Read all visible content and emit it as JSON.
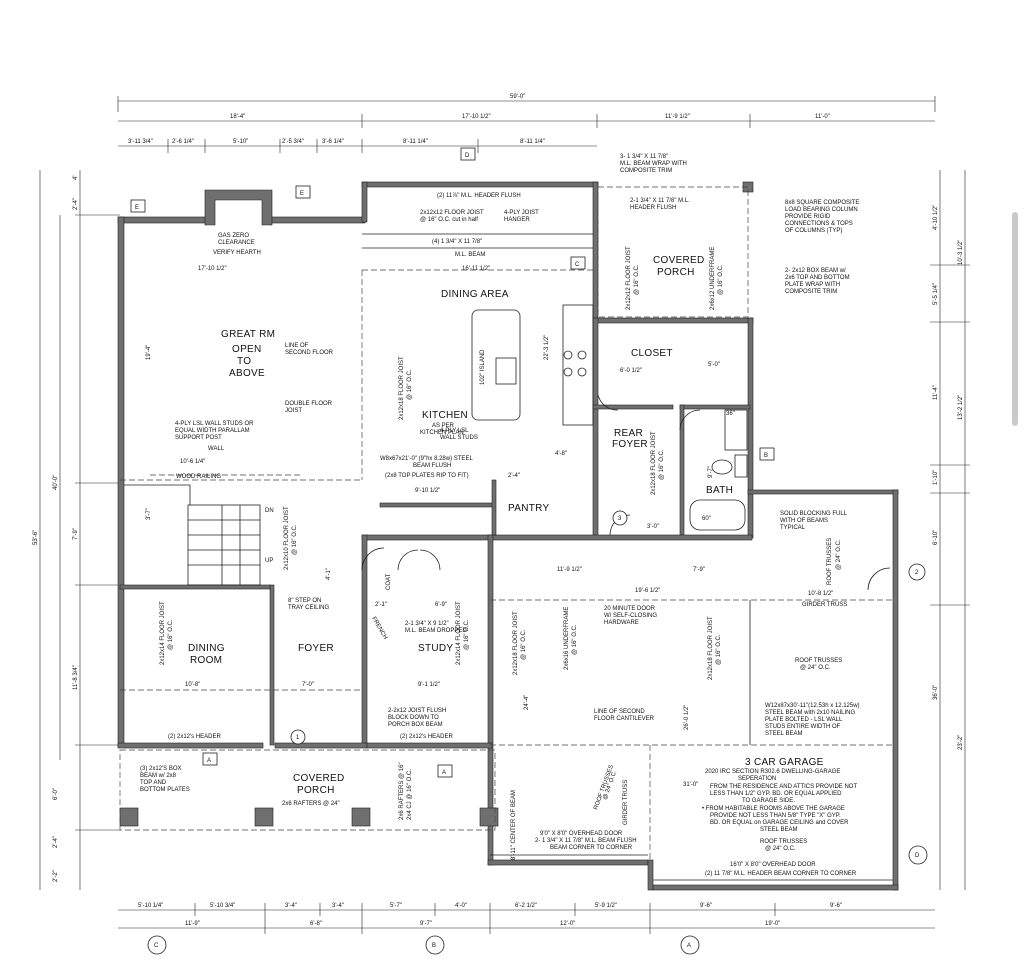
{
  "rooms": {
    "great_rm": [
      "GREAT RM",
      "OPEN",
      "TO",
      "ABOVE"
    ],
    "dining_area": "DINING AREA",
    "kitchen": "KITCHEN",
    "kitchen_note": [
      "AS PER",
      "KITCHEN PLAN"
    ],
    "covered_porch_rear": [
      "COVERED",
      "PORCH"
    ],
    "closet": "CLOSET",
    "rear_foyer": [
      "REAR",
      "FOYER"
    ],
    "bath": "BATH",
    "pantry": "PANTRY",
    "foyer": "FOYER",
    "study": "STUDY",
    "dining_room": [
      "DINING",
      "ROOM"
    ],
    "covered_porch_front": [
      "COVERED",
      "PORCH"
    ],
    "garage": "3 CAR GARAGE",
    "island": "102\" ISLAND",
    "coat": "COAT"
  },
  "notes": {
    "gas_zero": [
      "GAS ZERO",
      "CLEARANCE"
    ],
    "verify_hearth": "VERIFY HEARTH",
    "header_flush": "(2) 11⅞\" M.L. HEADER FLUSH",
    "floor_joist_half": [
      "2x12x12 FLOOR JOIST",
      "@ 16\" O.C. cut in half"
    ],
    "joist_hanger": [
      "4-PLY JOIST",
      "HANGER"
    ],
    "ml_beam_4": [
      "(4) 1 3/4\" X 11 7/8\"",
      "M.L. BEAM"
    ],
    "beam_wrap": [
      "3- 1 3/4\" X 11 7/8\"",
      "M.L. BEAM WRAP WITH",
      "COMPOSITE TRIM"
    ],
    "header_flush_2": [
      "2-1 3/4\" X 11 7/8\" M.L.",
      "HEADER FLUSH"
    ],
    "column_note": [
      "8x8 SQUARE COMPOSITE",
      "LOAD BEARING COLUMN",
      "PROVIDE RIGID",
      "CONNECTIONS & TOPS",
      "OF COLUMNS (TYP)"
    ],
    "box_beam": [
      "2- 2x12 BOX BEAM w/",
      "2x6 TOP AND BOTTOM",
      "PLATE WRAP WITH",
      "COMPOSITE TRIM"
    ],
    "line_second_floor": [
      "LINE OF",
      "SECOND FLOOR"
    ],
    "double_floor_joist": [
      "DOUBLE FLOOR",
      "JOIST"
    ],
    "lsl_studs": [
      "4-PLY LSL WALL STUDS OR",
      "EQUAL WIDTH PARALLAM",
      "SUPPORT POST"
    ],
    "wall": "WALL",
    "wood_railing": "WOOD RAILING",
    "lsl_wall_studs": [
      "4-PLY LSL",
      "WALL STUDS"
    ],
    "steel_beam": [
      "W8x67x21'-0\" (9\"hx 8.28w) STEEL",
      "BEAM FLUSH",
      "(2x8 TOP PLATES RIP TO FIT)"
    ],
    "solid_blocking": [
      "SOLID BLOCKING FULL",
      "WITH OF BEAMS",
      "TYPICAL"
    ],
    "twenty_min_door": [
      "20 MINUTE DOOR",
      "W/ SELF-CLOSING",
      "HARDWARE"
    ],
    "step_on_tray": [
      "8\" STEP ON",
      "TRAY CEILING"
    ],
    "ml_beam_dropped": [
      "2-1 3/4\" X 9 1/2\"",
      "M.L. BEAM DROPPED"
    ],
    "french": "FRENCH",
    "girder_truss": "GIRDER TRUSS",
    "roof_trusses": [
      "ROOF TRUSSES",
      "@ 24\" O.C."
    ],
    "steel_beam_garage": [
      "W12x87x30'-11\"(12.53h x 12.125w)",
      "STEEL BEAM with 2x10 NAILING",
      "PLATE BOLTED - LSL WALL",
      "STUDS ENTIRE WIDTH OF",
      "STEEL BEAM"
    ],
    "line_second_floor_cantilever": [
      "LINE OF SECOND",
      "FLOOR CANTILEVER"
    ],
    "joist_flush_block": [
      "2-2x12 JOIST FLUSH",
      "BLOCK DOWN TO",
      "PORCH BOX BEAM"
    ],
    "header_2x12_left": "(2) 2x12's HEADER",
    "header_2x12_right": "(2) 2x12's HEADER",
    "box_beam_front": [
      "(3) 2x12'S BOX",
      "BEAM w/ 2x8",
      "TOP AND",
      "BOTTOM PLATES"
    ],
    "rafters": "2x6 RAFTERS @ 24\"",
    "garage_code": [
      "2020 IRC SECTION R302.6 DWELLING-GARAGE",
      "SEPERATION"
    ],
    "garage_sep_1": [
      "FROM THE RESIDENCE AND ATTICS PROVIDE NOT",
      "LESS THAN 1/2\" GYP. BD. OR EQUAL APPLIED",
      "TO GARAGE SIDE."
    ],
    "garage_sep_2": [
      "• FROM HABITABLE ROOMS ABOVE THE GARAGE",
      "PROVIDE NOT LESS THAN 5/8\" TYPE \"X\" GYP.",
      "BD. OR EQUAL on GARAGE CEILING and COVER",
      "STEEL BEAM"
    ],
    "overhead_door_9": [
      "9'0\" X 8'0\" OVERHEAD DOOR",
      "2- 1 3/4\" X 11 7/8\" M.L. BEAM FLUSH",
      "BEAM CORNER TO CORNER"
    ],
    "overhead_door_16": [
      "16'0\" X 8'0\" OVERHEAD DOOR",
      "(2) 11 7/8\" M.L. HEADER BEAM CORNER TO CORNER"
    ],
    "center_of_beam": "8'-11\" CENTER OF BEAM",
    "dn": "DN",
    "up": "UP"
  },
  "joists": {
    "j1": [
      "2x12x18 FLOOR JOIST",
      "@ 16\" O.C."
    ],
    "j2": [
      "2x12x12 FLOOR JOIST",
      "@ 16\" O.C."
    ],
    "j3": [
      "2x6x12 UNDERFRAME",
      "@ 16\" O.C."
    ],
    "j4": [
      "2x12x18 FLOOR JOIST",
      "@ 16\" O.C."
    ],
    "j5": [
      "2x12x10 FLOOR JOIST",
      "@ 16\" O.C."
    ],
    "j6": [
      "2x12x14 FLOOR JOIST",
      "@ 16\" O.C."
    ],
    "j7": [
      "2x12x18 FLOOR JOIST",
      "@ 16\" O.C."
    ],
    "j8": [
      "2x6x16 UNDERFRAME",
      "@ 16\" O.C."
    ],
    "j9": [
      "2x12x18 FLOOR JOIST",
      "@ 16\" O.C."
    ],
    "j10": [
      "2x12x14 FLOOR JOIST",
      "@ 16\" O.C."
    ],
    "j11": [
      "2x6 RAFTERS @ 16\"",
      "2x4 CJ @ 16\" O.C."
    ]
  },
  "dims_top": {
    "overall": "59'-0\"",
    "row2": [
      "18'-4\"",
      "17'-10 1/2\"",
      "11'-9 1/2\"",
      "11'-0\""
    ],
    "row3": [
      "3'-11 3/4\"",
      "2'-6 1/4\"",
      "5'-10\"",
      "2'-5 3/4\"",
      "3'-6 1/4\"",
      "8'-11 1/4\"",
      "8'-11 1/4\""
    ]
  },
  "dims_bottom": {
    "row1": [
      "5'-10 1/4\"",
      "5'-10 3/4\"",
      "3'-4\"",
      "3'-4\"",
      "5'-7\"",
      "4'-0\"",
      "6'-2 1/2\"",
      "5'-9 1/2\"",
      "9'-6\"",
      "9'-6\""
    ],
    "row2": [
      "11'-9\"",
      "6'-8\"",
      "9'-7\"",
      "12'-0\"",
      "19'-0\""
    ]
  },
  "dims_left": {
    "overall": "53'-6\"",
    "mid": "40'-0\"",
    "parts": [
      "4'",
      "2'-4\"",
      "19'-4\"",
      "7'-9\"",
      "3'-7\"",
      "11'-8 3/4\"",
      "6'-0\"",
      "2'-4\"",
      "2'-2\""
    ]
  },
  "dims_right": {
    "parts": [
      "4'-10 1/2\"",
      "10'-3 1/2\"",
      "5'-5 1/4\"",
      "11'-4\"",
      "13'-2 1/2\"",
      "1'-10\"",
      "6'-10\"",
      "36'-0\"",
      "23'-2\""
    ]
  },
  "dims_inner": {
    "a": "17'-10 1/2\"",
    "b": "16'-11 1/2\"",
    "c": "10'-6 1/4\"",
    "d": "9'-10 1/2\"",
    "e": "11'-9 1/2\"",
    "f": "19'-6 1/2\"",
    "g": "7'-9\"",
    "h": "10'-8 1/2\"",
    "i": "31'-0\"",
    "j": "10'-8\"",
    "k": "7'-0\"",
    "l": "9'-1 1/2\"",
    "m": "6'-9\"",
    "n": "6'-0 1/2\"",
    "o": "5'-0\"",
    "p": "22'-3 1/2\"",
    "q": "24'-4\"",
    "r": "26'-0 1/2\"",
    "s": "2'-1\"",
    "t": "3'-0\"",
    "u": "36\"",
    "v": "60\"",
    "w": "9'-7\"",
    "x": "4'-8\"",
    "y": "2'-4\"",
    "z": "4'-1\""
  },
  "tags": {
    "E": "E",
    "D": "D",
    "C": "C",
    "B": "B",
    "A": "A",
    "n1": "1",
    "n2": "2",
    "n3": "3"
  }
}
